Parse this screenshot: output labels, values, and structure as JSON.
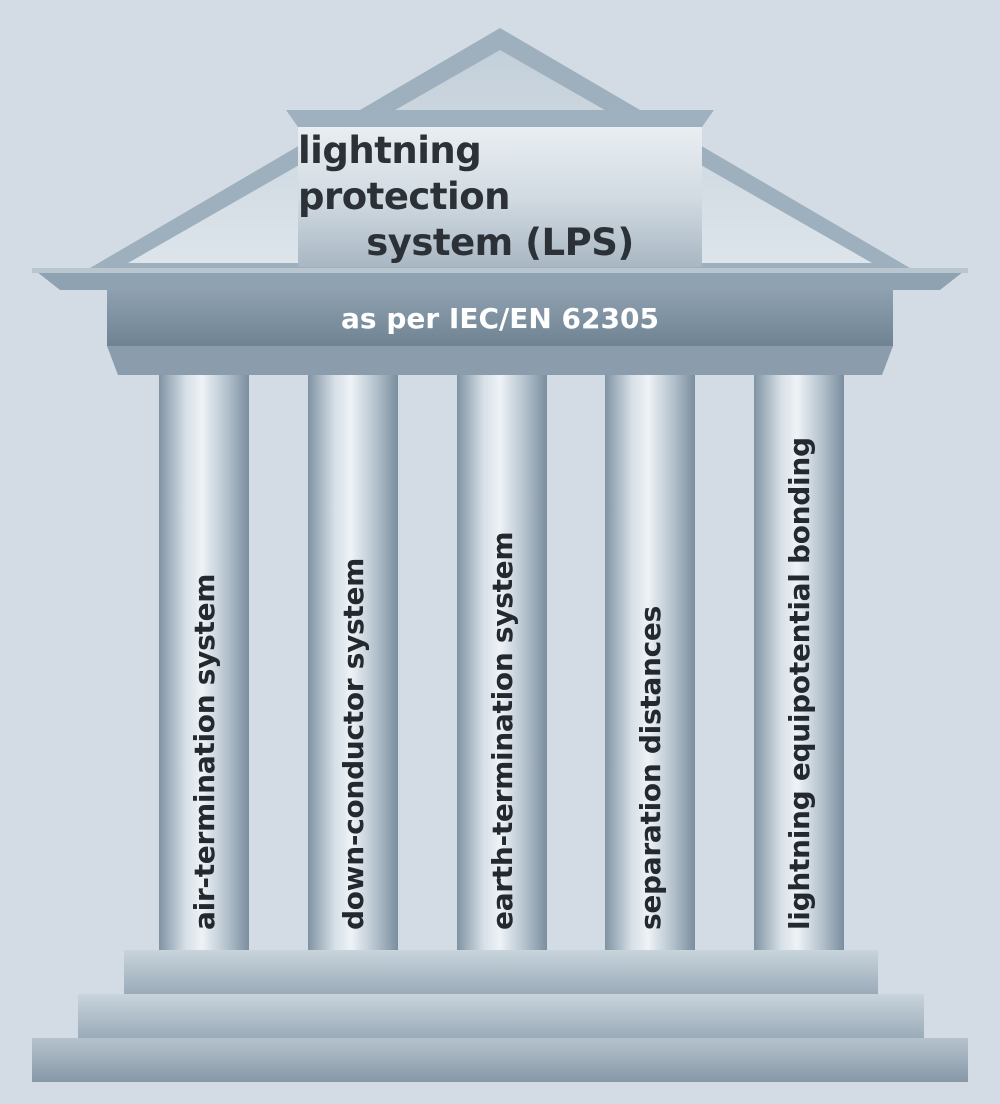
{
  "title": {
    "line1": "lightning protection",
    "line2": "system (LPS)"
  },
  "standard": "as per IEC/EN 62305",
  "columns": [
    {
      "label": "air-termination system"
    },
    {
      "label": "down-conductor system"
    },
    {
      "label": "earth-termination system"
    },
    {
      "label": "separation distances"
    },
    {
      "label": "lightning equipotential bonding"
    }
  ],
  "colors": {
    "background": "#d3dce4",
    "stone_light": "#e6ecf1",
    "stone_mid": "#b8c5d0",
    "stone_dark": "#7f93a3",
    "text_dark": "#23292e",
    "text_light": "#ffffff"
  }
}
